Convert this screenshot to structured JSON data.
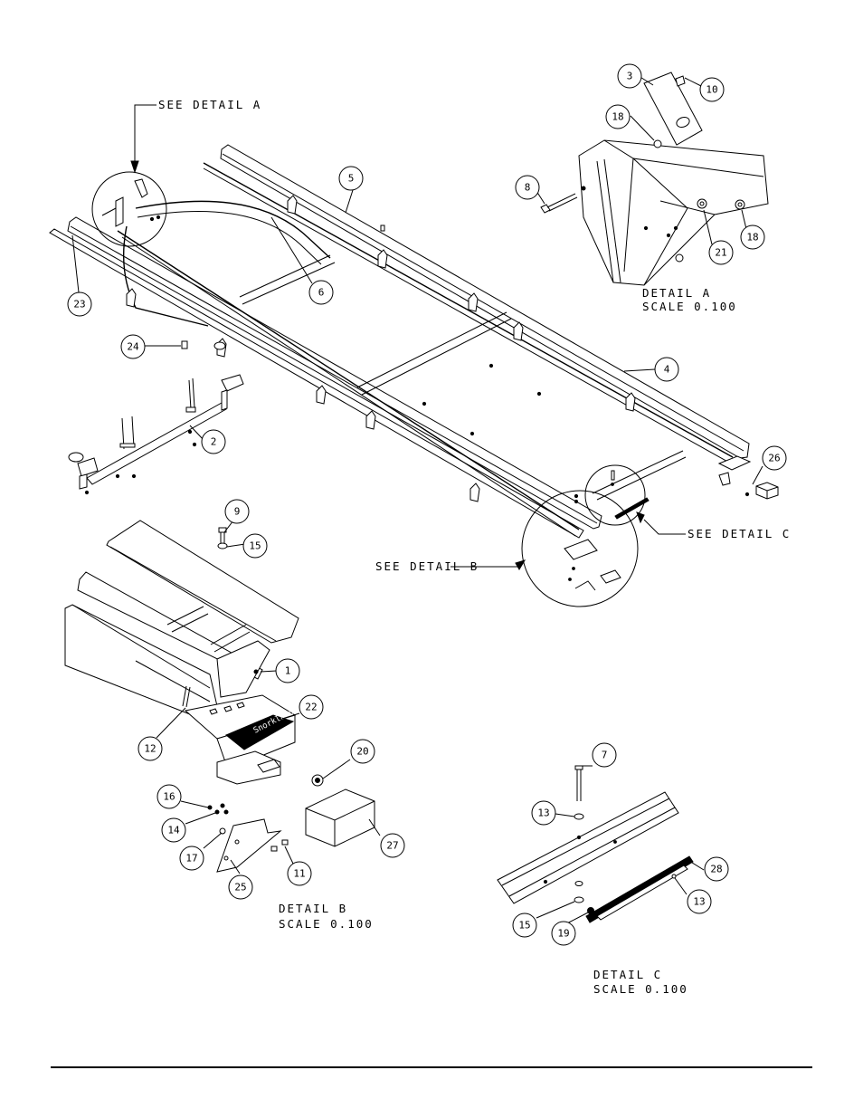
{
  "callouts": [
    {
      "id": "c1",
      "text": "1"
    },
    {
      "id": "c2",
      "text": "2"
    },
    {
      "id": "c3",
      "text": "3"
    },
    {
      "id": "c4",
      "text": "4"
    },
    {
      "id": "c5",
      "text": "5"
    },
    {
      "id": "c6",
      "text": "6"
    },
    {
      "id": "c7",
      "text": "7"
    },
    {
      "id": "c8",
      "text": "8"
    },
    {
      "id": "c9",
      "text": "9"
    },
    {
      "id": "c10",
      "text": "10"
    },
    {
      "id": "c11",
      "text": "11"
    },
    {
      "id": "c12",
      "text": "12"
    },
    {
      "id": "c13a",
      "text": "13"
    },
    {
      "id": "c13b",
      "text": "13"
    },
    {
      "id": "c14",
      "text": "14"
    },
    {
      "id": "c15a",
      "text": "15"
    },
    {
      "id": "c15b",
      "text": "15"
    },
    {
      "id": "c16",
      "text": "16"
    },
    {
      "id": "c17",
      "text": "17"
    },
    {
      "id": "c18a",
      "text": "18"
    },
    {
      "id": "c18b",
      "text": "18"
    },
    {
      "id": "c19",
      "text": "19"
    },
    {
      "id": "c20",
      "text": "20"
    },
    {
      "id": "c21",
      "text": "21"
    },
    {
      "id": "c22",
      "text": "22"
    },
    {
      "id": "c23",
      "text": "23"
    },
    {
      "id": "c24",
      "text": "24"
    },
    {
      "id": "c25",
      "text": "25"
    },
    {
      "id": "c26",
      "text": "26"
    },
    {
      "id": "c27",
      "text": "27"
    },
    {
      "id": "c28",
      "text": "28"
    }
  ],
  "notes": {
    "see_detail_a": "SEE DETAIL  A",
    "see_detail_b": "SEE DETAIL  B",
    "see_detail_c": "SEE DETAIL  C",
    "detail_a_title": "DETAIL  A",
    "detail_a_scale": "SCALE  0.100",
    "detail_b_title": "DETAIL  B",
    "detail_b_scale": "SCALE  0.100",
    "detail_c_title": "DETAIL  C",
    "detail_c_scale": "SCALE  0.100"
  },
  "brand_plate": "Snorkland"
}
